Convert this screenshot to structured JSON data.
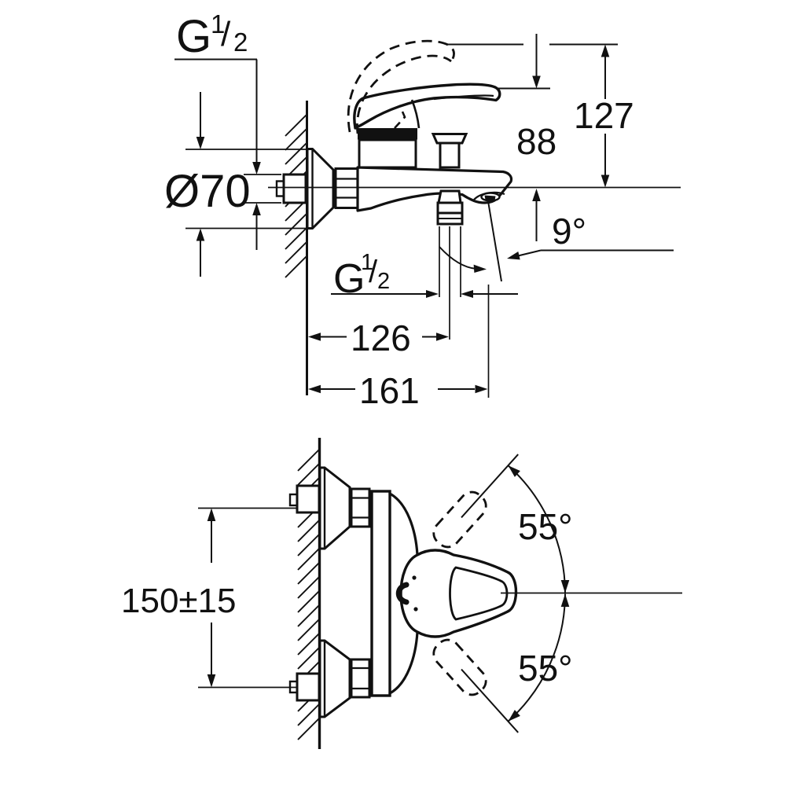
{
  "meta": {
    "type": "technical-installation-drawing",
    "subject": "wall-mounted single-lever bath/shower mixer, dimensional drawing, two views"
  },
  "colors": {
    "ink": "#111111",
    "background": "#ffffff"
  },
  "side_view": {
    "inlet_thread": {
      "G": "G",
      "num": "1",
      "slash": "/",
      "den": "2"
    },
    "escutcheon_diameter": "Ø70",
    "raised_handle_height": "127",
    "handle_height": "88",
    "spout_angle": "9°",
    "shower_outlet_thread": {
      "G": "G",
      "num": "1",
      "slash": "/",
      "den": "2"
    },
    "shower_outlet_projection": "126",
    "spout_projection": "161"
  },
  "plan_view": {
    "inlet_spacing": "150±15",
    "handle_swing_upper": "55°",
    "handle_swing_lower": "55°"
  }
}
